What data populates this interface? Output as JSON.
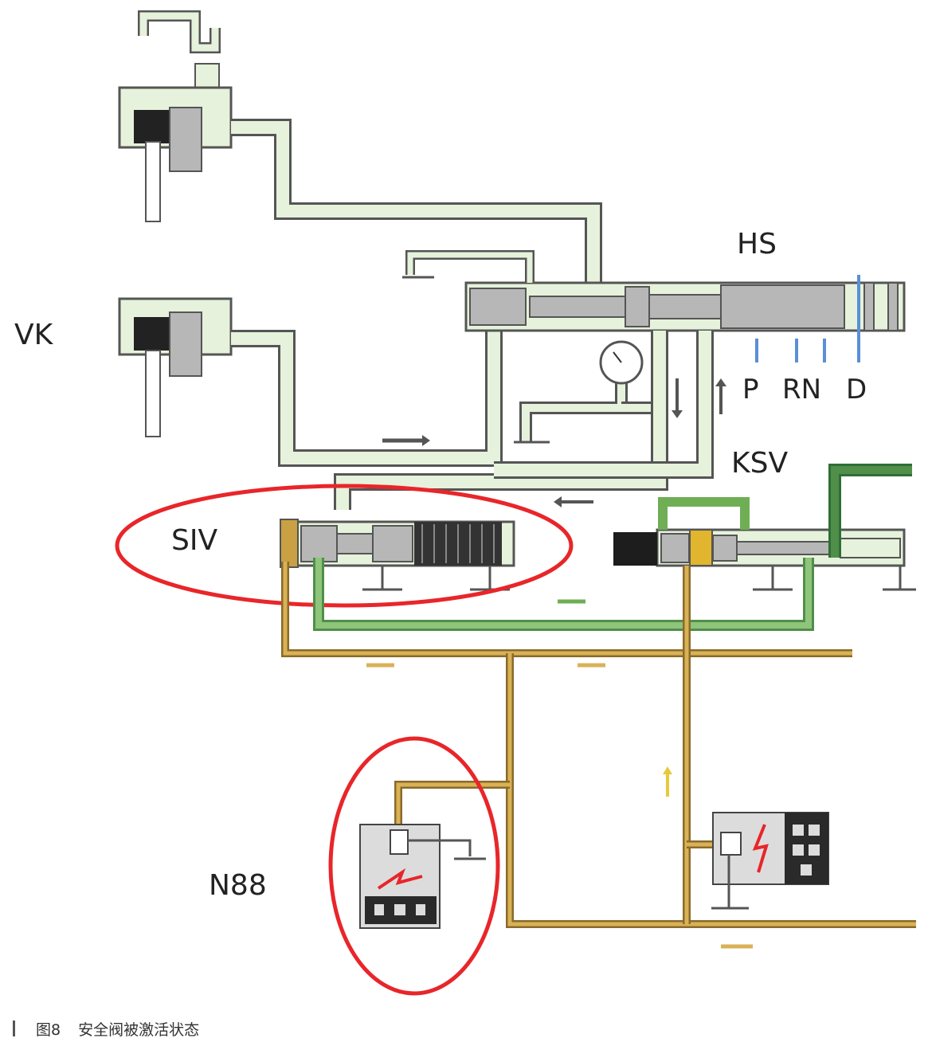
{
  "labels": {
    "vk": "VK",
    "hs": "HS",
    "ksv": "KSV",
    "siv": "SIV",
    "n88": "N88",
    "positions": [
      "P",
      "RN",
      "D"
    ]
  },
  "caption": {
    "figure_number": "图8",
    "text": "安全阀被激活状态"
  },
  "colors": {
    "oil_line": "#e6f2dc",
    "oil_outline": "#5a5a5a",
    "pilot_pressure": "#c9a043",
    "main_pressure": "#6fae55",
    "valve_body": "#b7b7b7",
    "highlight_ring": "#e8262a",
    "position_marker": "#5a8fd6"
  }
}
